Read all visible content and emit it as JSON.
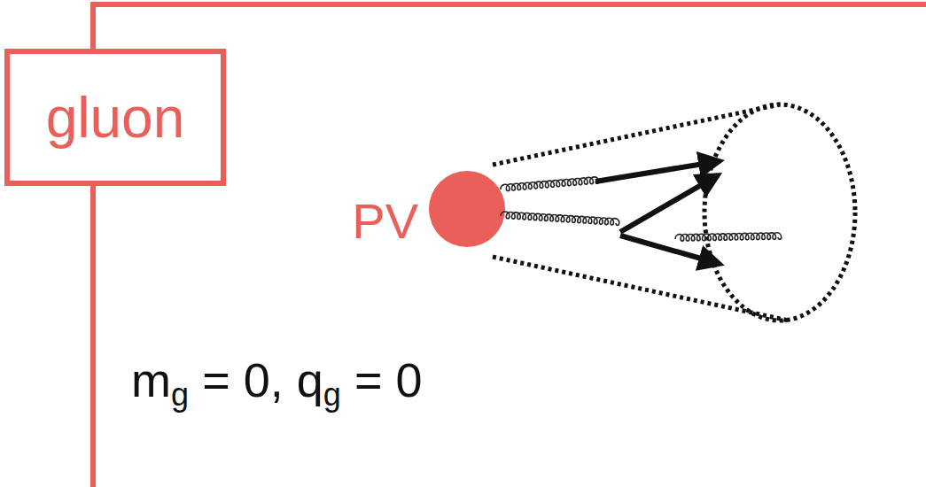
{
  "diagram": {
    "nodes": [
      {
        "text": [
          "gluon"
        ]
      }
    ],
    "labels": [
      "PV",
      "m",
      "g",
      "= 0,",
      "q",
      "g",
      "= 0"
    ]
  }
}
